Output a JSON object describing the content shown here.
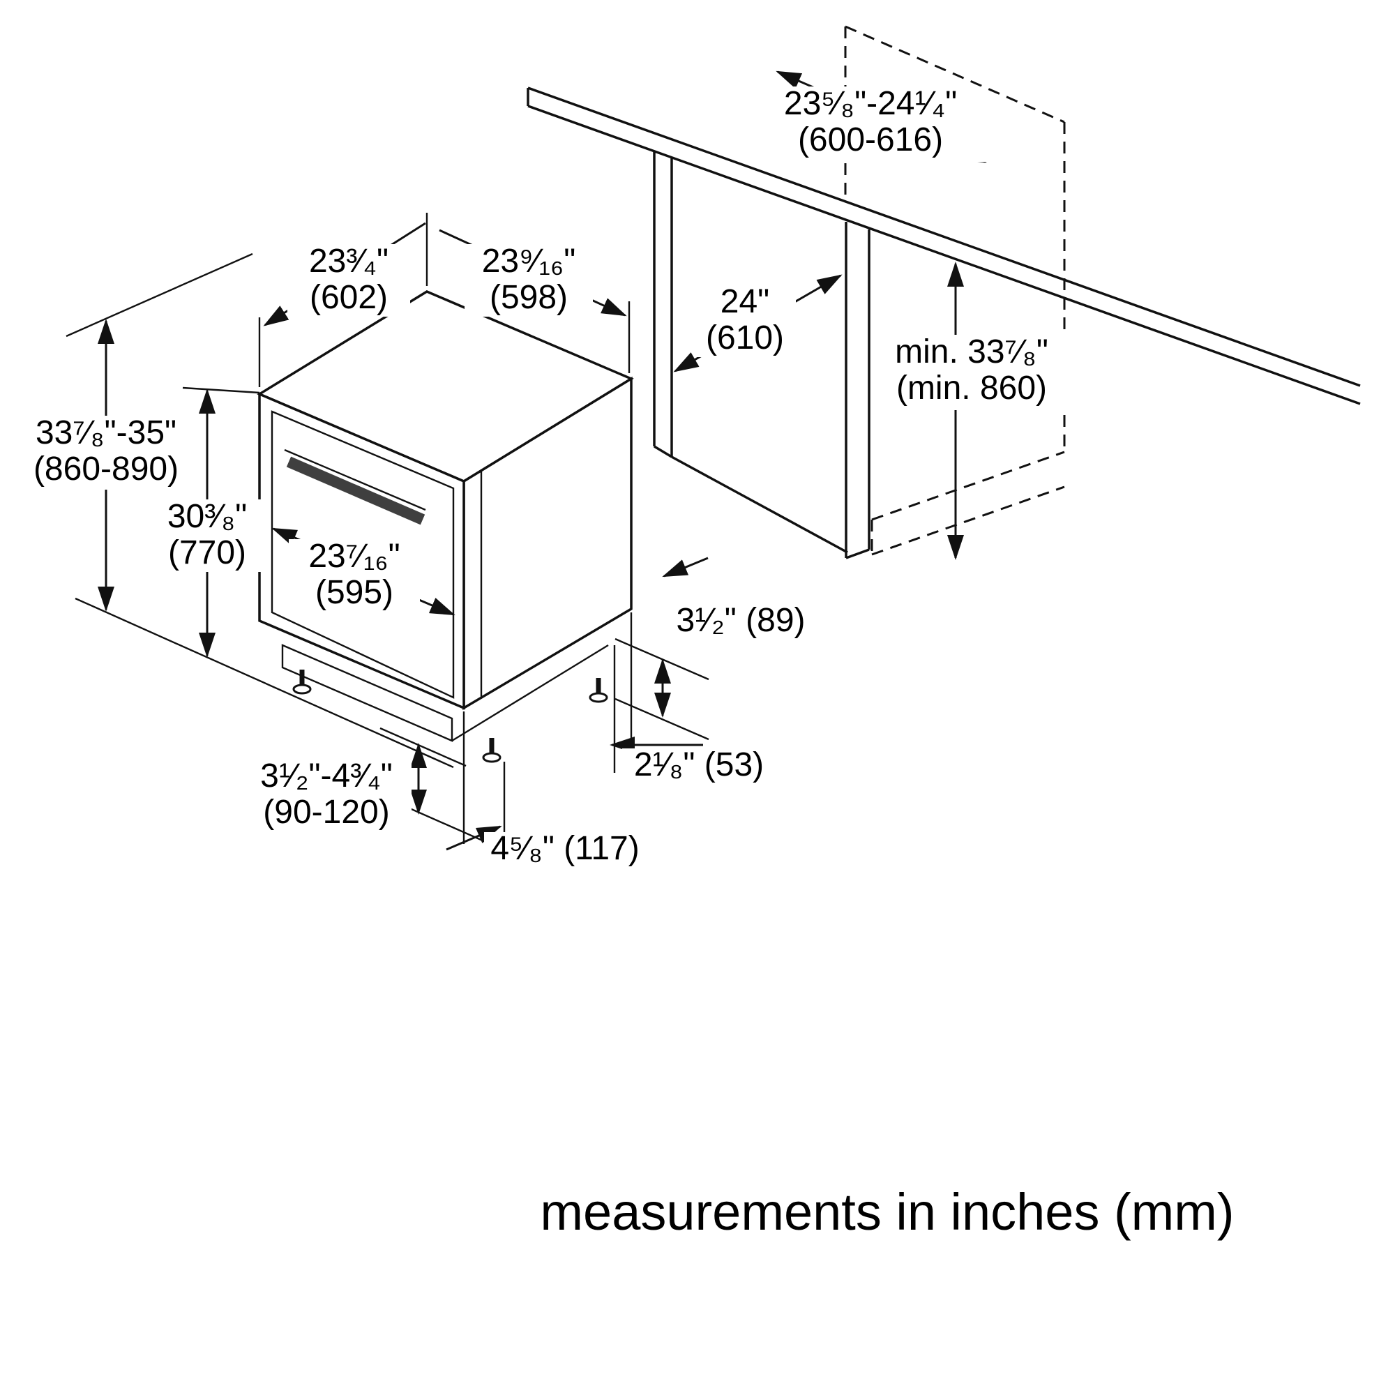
{
  "diagram": {
    "caption": "measurements in inches (mm)",
    "colors": {
      "line": "#111111",
      "handle": "#3f3f3f",
      "background": "#ffffff"
    },
    "dimensions": {
      "cabinet_width_range": {
        "inches": "23⁵⁄₈\"-24¹⁄₄\"",
        "mm": "(600-616)"
      },
      "top_depth": {
        "inches": "23³⁄₄\"",
        "mm": "(602)"
      },
      "top_width": {
        "inches": "23⁹⁄₁₆\"",
        "mm": "(598)"
      },
      "niche_depth": {
        "inches": "24\"",
        "mm": "(610)"
      },
      "niche_height_min": {
        "inches": "min. 33⁷⁄₈\"",
        "mm": "(min. 860)"
      },
      "overall_height_range": {
        "inches": "33⁷⁄₈\"-35\"",
        "mm": "(860-890)"
      },
      "body_height": {
        "inches": "30³⁄₈\"",
        "mm": "(770)"
      },
      "front_width": {
        "inches": "23⁷⁄₁₆\"",
        "mm": "(595)"
      },
      "toe_kick_height": {
        "label": "3¹⁄₂\" (89)"
      },
      "rear_offset": {
        "label": "2¹⁄₈\" (53)"
      },
      "leveling_height_range": {
        "inches": "3¹⁄₂\"-4³⁄₄\"",
        "mm": "(90-120)"
      },
      "foot_inset": {
        "label": "4⁵⁄₈\" (117)"
      }
    }
  }
}
